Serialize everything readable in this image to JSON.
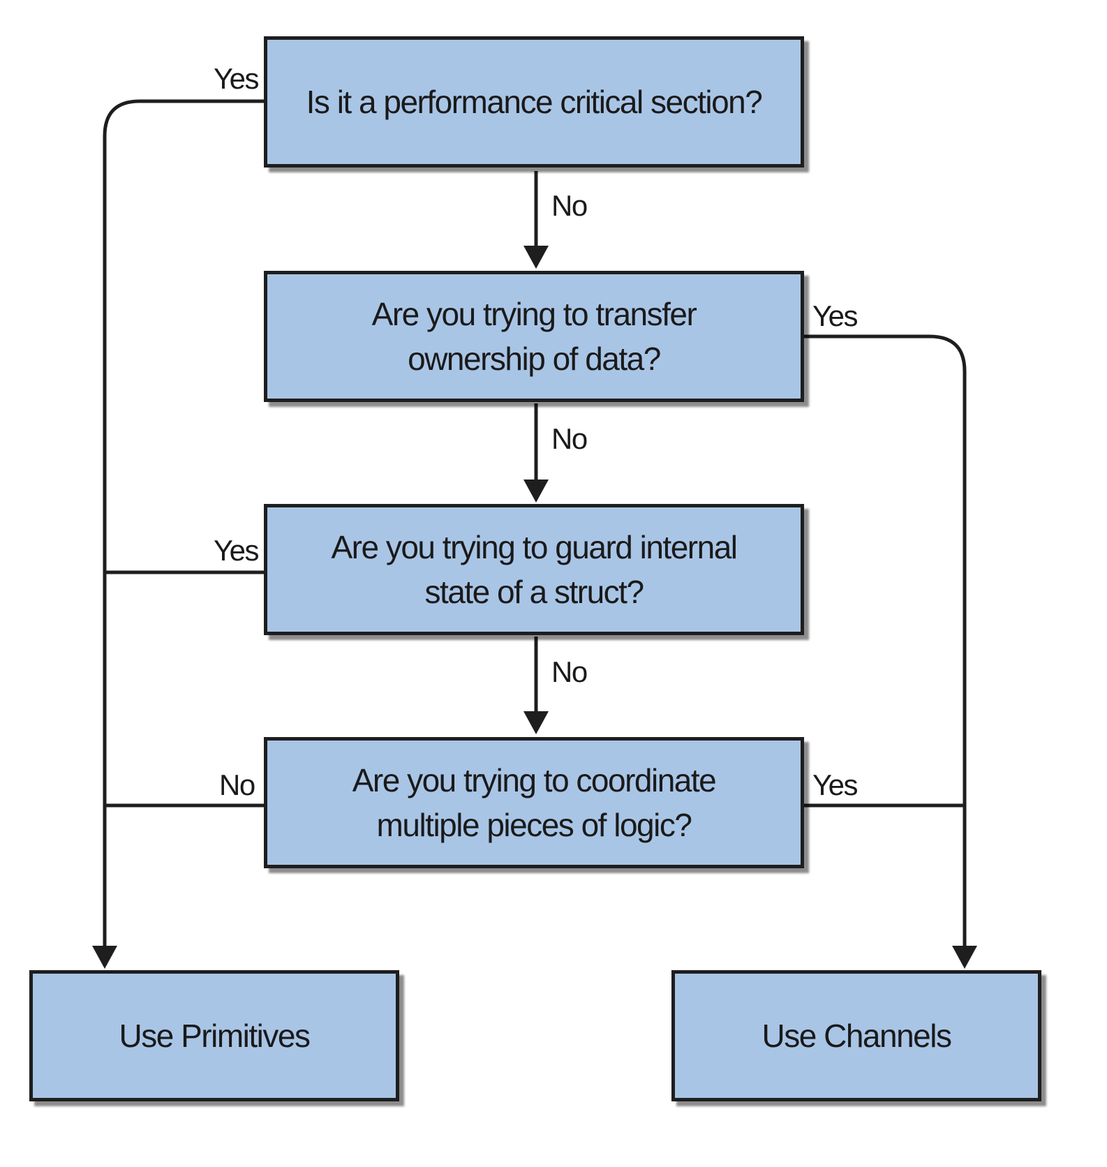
{
  "nodes": {
    "q1": "Is it a performance critical section?",
    "q2": "Are you trying to transfer\nownership of data?",
    "q3": "Are you trying to guard internal\nstate of a struct?",
    "q4": "Are you trying to coordinate\nmultiple pieces of logic?",
    "primitives": "Use Primitives",
    "channels": "Use Channels"
  },
  "edges": {
    "q1_yes": "Yes",
    "q1_no": "No",
    "q2_yes": "Yes",
    "q2_no": "No",
    "q3_yes": "Yes",
    "q3_no": "No",
    "q4_no": "No",
    "q4_yes": "Yes"
  },
  "colors": {
    "box_fill": "#a9c5e6",
    "stroke": "#1e1e1e"
  }
}
